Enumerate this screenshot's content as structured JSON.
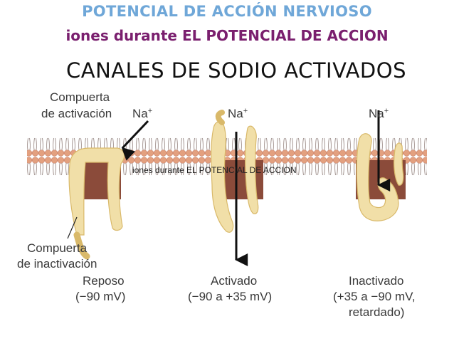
{
  "title": "POTENCIAL DE ACCIÓN NERVIOSO",
  "subtitle": "iones durante EL POTENCIAL DE ACCION",
  "heading": "CANALES DE SODIO ACTIVADOS",
  "overlay_text": "iones durante EL POTENCIAL DE ACCION",
  "labels": {
    "activation_gate": [
      "Compuerta",
      "de activación"
    ],
    "inactivation_gate": [
      "Compuerta",
      "de inactivación"
    ],
    "ion": "Na",
    "ion_charge": "+",
    "states": [
      {
        "name": "Reposo",
        "voltage": "(−90 mV)"
      },
      {
        "name": "Activado",
        "voltage": "(−90 a +35 mV)"
      },
      {
        "name": "Inactivado",
        "voltage": "(+35 a −90 mV,",
        "extra": "retardado)"
      }
    ]
  },
  "colors": {
    "title": "#6fa7d8",
    "subtitle": "#7a1f6e",
    "membrane_head": "#e3a07f",
    "channel_core": "#8b4b3a",
    "gate": "#f1dfa8",
    "arrow": "#111111"
  }
}
